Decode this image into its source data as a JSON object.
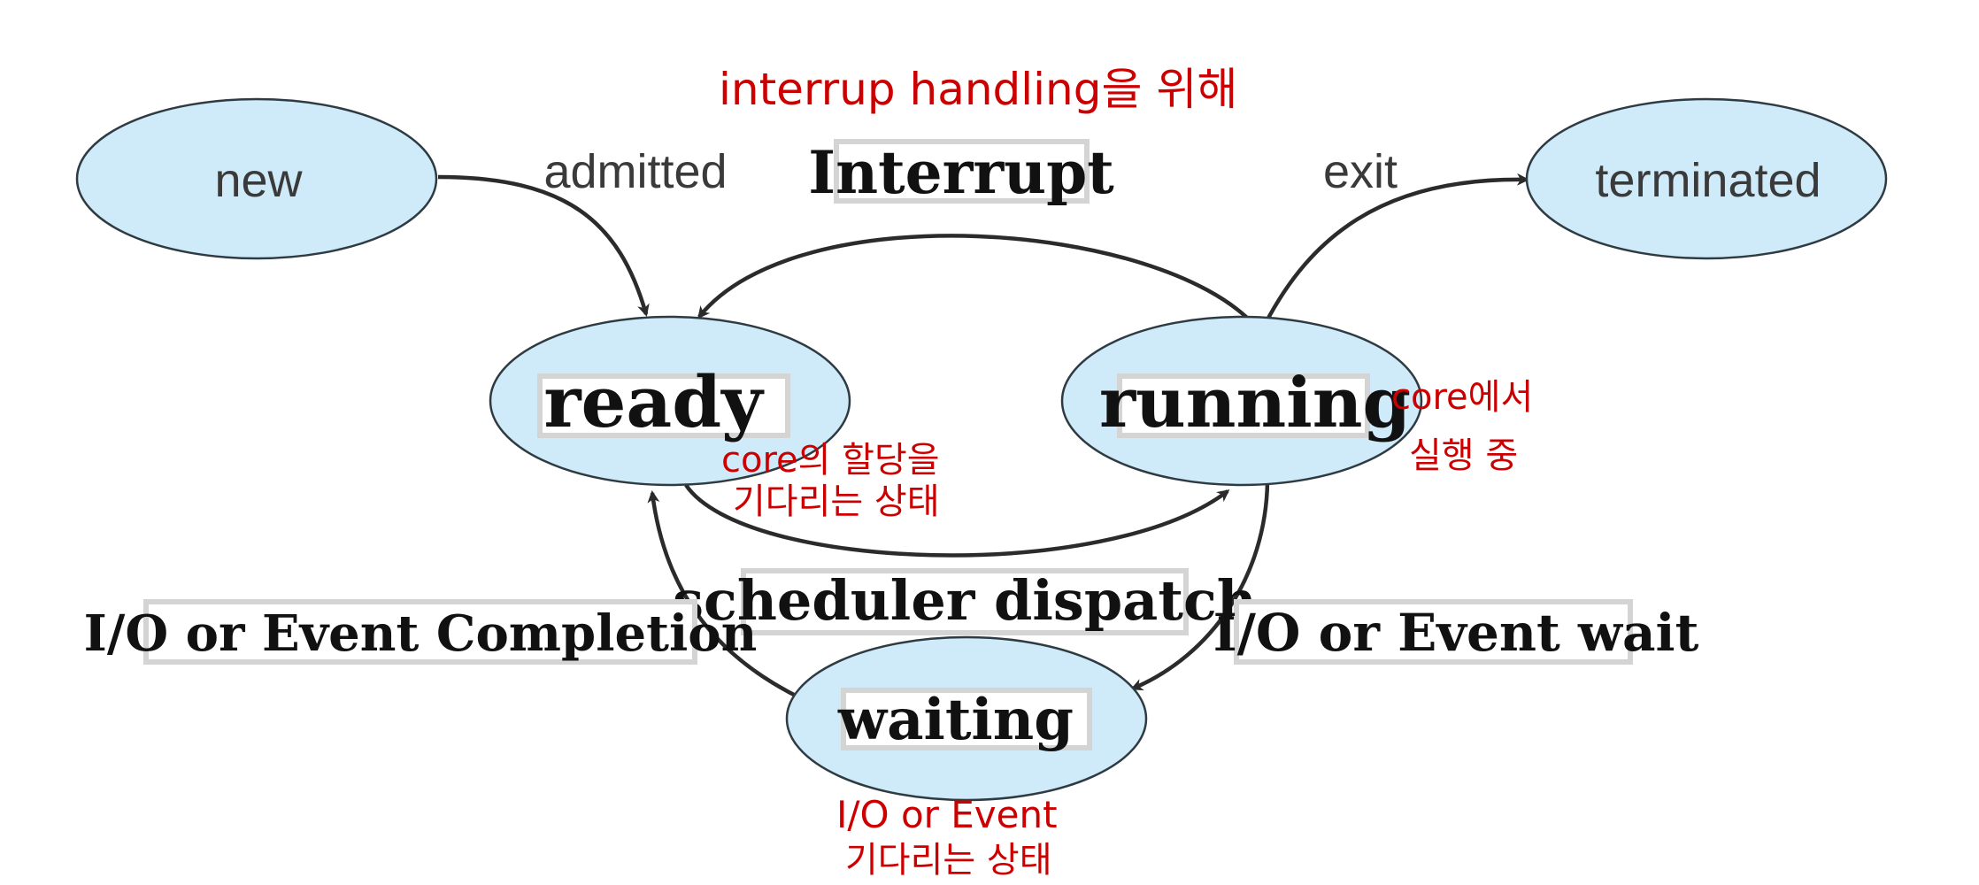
{
  "states": {
    "new": "new",
    "ready": "ready",
    "running": "running",
    "waiting": "waiting",
    "terminated": "terminated"
  },
  "transitions": {
    "admitted": "admitted",
    "exit": "exit",
    "interrupt": "Interrupt",
    "scheduler_dispatch": "scheduler dispatch",
    "io_event_completion": "I/O or Event Completion",
    "io_event_wait": "I/O or Event wait"
  },
  "annotations": {
    "interrupt_note": "interrup handling을 위해",
    "ready_note_line1": "core의 할당을",
    "ready_note_line2": "기다리는 상태",
    "running_note_line1": "core에서",
    "running_note_line2": "실행 중",
    "waiting_note_line1": "I/O or Event",
    "waiting_note_line2": "기다리는 상태"
  },
  "colors": {
    "state_fill": "#cfeaf9",
    "annotation_red": "#cc0000",
    "handwriting": "#111111"
  }
}
